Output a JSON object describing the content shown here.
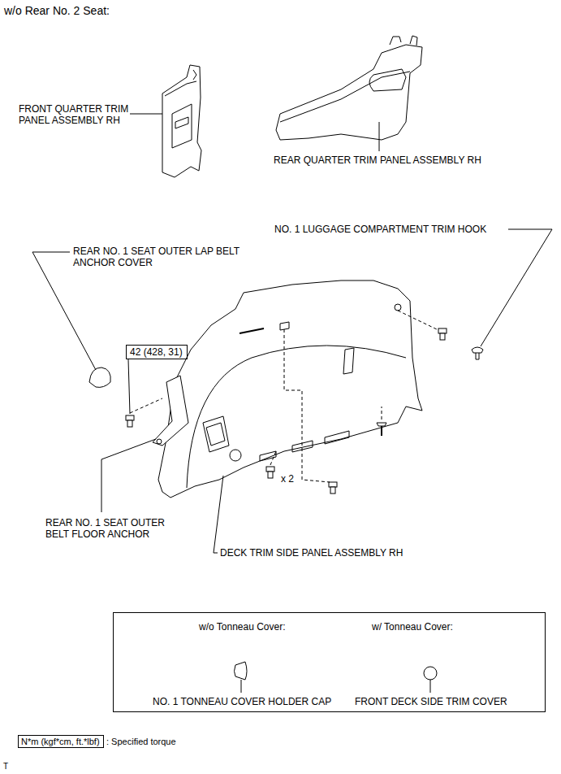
{
  "diagram": {
    "title": "w/o Rear No. 2 Seat:",
    "nodes": [
      {
        "text": [
          "42 (428, 31)"
        ]
      },
      {
        "text": [
          "w/o Tonneau Cover:",
          "NO. 1 TONNEAU COVER HOLDER CAP",
          "w/ Tonneau Cover:",
          "FRONT DECK SIDE TRIM COVER"
        ]
      },
      {
        "text": [
          "N*m (kgf*cm, ft.*lbf)"
        ]
      }
    ],
    "labels": [
      "FRONT QUARTER TRIM PANEL ASSEMBLY RH",
      "REAR QUARTER TRIM PANEL ASSEMBLY RH",
      "NO. 1 LUGGAGE COMPARTMENT TRIM HOOK",
      "REAR NO. 1 SEAT OUTER LAP BELT ANCHOR COVER",
      "x 2",
      "REAR NO. 1 SEAT OUTER BELT FLOOR ANCHOR",
      "DECK TRIM SIDE PANEL ASSEMBLY RH",
      ": Specified torque",
      "T"
    ]
  }
}
